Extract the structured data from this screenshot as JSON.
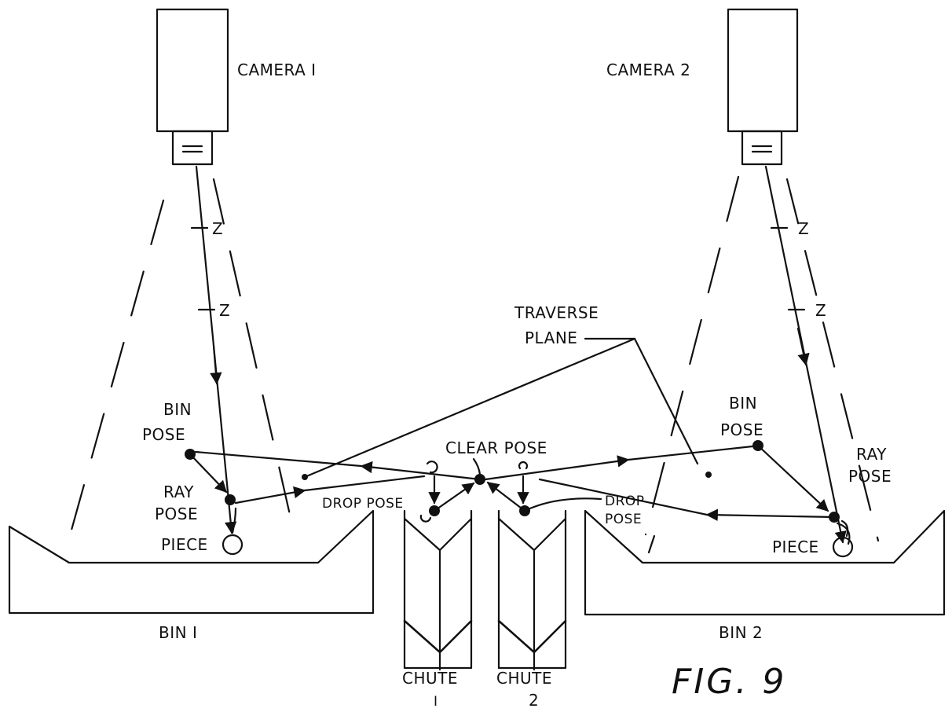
{
  "labels": {
    "camera1": "CAMERA I",
    "camera2": "CAMERA 2",
    "z": "Z",
    "traverse_plane_1": "TRAVERSE",
    "traverse_plane_2": "PLANE",
    "bin_pose_1": "BIN",
    "bin_pose_2": "POSE",
    "ray_pose_1": "RAY",
    "ray_pose_2": "POSE",
    "clear_pose": "CLEAR POSE",
    "drop_pose_left": "DROP POSE",
    "drop_pose_right_1": "DROP",
    "drop_pose_right_2": "POSE",
    "piece": "PIECE",
    "bin1": "BIN I",
    "bin2": "BIN 2",
    "chute1_1": "CHUTE",
    "chute1_2": "I",
    "chute2_1": "CHUTE",
    "chute2_2": "2",
    "figure": "FIG. 9"
  },
  "colors": {
    "ink": "#111111",
    "paper": "#ffffff"
  }
}
